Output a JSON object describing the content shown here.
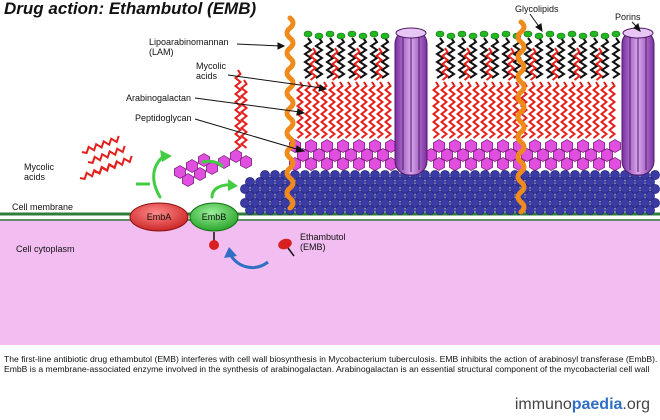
{
  "title": "Drug action: Ethambutol (EMB)",
  "labels": {
    "lam": "Lipoarabinomannan",
    "lam_abbr": "(LAM)",
    "mycolic_top_1": "Mycolic",
    "mycolic_top_2": "acids",
    "arabinogalactan": "Arabinogalactan",
    "peptidoglycan": "Peptidoglycan",
    "glycolipids": "Glycolipids",
    "porins": "Porins",
    "mycolic_left_1": "Mycolic",
    "mycolic_left_2": "acids",
    "cell_membrane": "Cell membrane",
    "cell_cytoplasm": "Cell cytoplasm",
    "ethambutol_1": "Ethambutol",
    "ethambutol_2": "(EMB)"
  },
  "enzymes": {
    "emba": "EmbA",
    "embb": "EmbB"
  },
  "caption": "The first-line antibiotic drug ethambutol (EMB) interferes with cell wall biosynthesis in Mycobacterium tuberculosis. EMB inhibits the action of arabinosyl transferase (EmbB). EmbB is a membrane-associated enzyme involved in the synthesis of arabinogalactan. Arabinogalactan is an essential structural component of the mycobacterial cell wall",
  "brand": {
    "pre": "immuno",
    "mid": "paedia",
    "post": ".org"
  },
  "colors": {
    "cytoplasm": "#f2bdf0",
    "membrane": "#2e7d3a",
    "peptidoglycan": "#3b3ba6",
    "arabinogalactan": "#e04fe0",
    "mycolic": "#e3201b",
    "lipid_black": "#111111",
    "glycolipid_head": "#22b822",
    "lam": "#f08a1a",
    "porin": "#a64fc9",
    "emba": "#e83a3a",
    "embb": "#3fc23f"
  }
}
